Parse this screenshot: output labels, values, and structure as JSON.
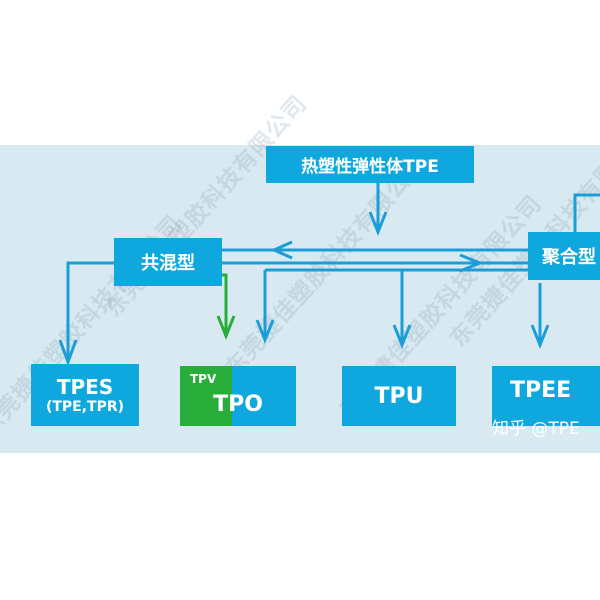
{
  "diagram": {
    "top_node": "热塑性弹性体TPE",
    "blend_node": "共混型",
    "polymer_node": "聚合型",
    "categories": {
      "tpes": {
        "title": "TPES",
        "subtitle": "(TPE,TPR)"
      },
      "tpo": {
        "title": "TPO",
        "sub_label": "TPV"
      },
      "tpu": {
        "title": "TPU"
      },
      "tpee": {
        "title": "TPEE"
      }
    }
  },
  "watermark": "东莞捷佳塑胶科技有限公司",
  "credit": "知乎 @TPE",
  "colors": {
    "band": "#d9e9f1",
    "box": "#0fa8de",
    "line": "#1b9ed8",
    "tpv_green": "#27ae3a"
  }
}
